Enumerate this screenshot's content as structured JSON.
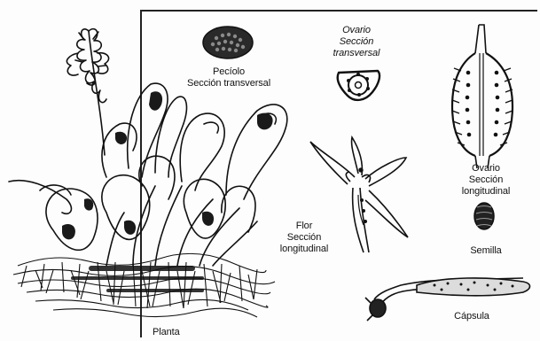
{
  "labels": {
    "peciolo": {
      "line1": "Pecíolo",
      "line2": "Sección transversal"
    },
    "ovario_transversal": {
      "line1": "Ovario",
      "line2": "Sección",
      "line3": "transversal"
    },
    "ovario_longitudinal": {
      "line1": "Ovario",
      "line2": "Sección",
      "line3": "longitudinal"
    },
    "flor": {
      "line1": "Flor",
      "line2": "Sección",
      "line3": "longitudinal"
    },
    "semilla": "Semilla",
    "capsula": "Cápsula",
    "planta": "Planta"
  },
  "colors": {
    "ink": "#111111",
    "paper": "#fdfdfd",
    "shade": "#555555"
  }
}
